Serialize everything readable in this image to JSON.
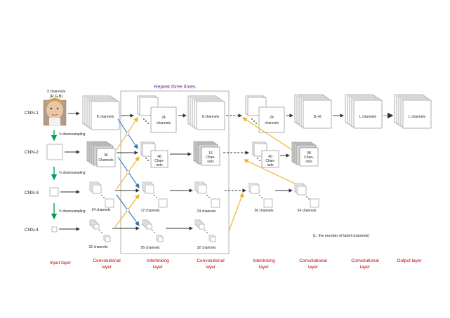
{
  "repeat_label": "Repeat three times",
  "input": {
    "channels_top": "3 channels",
    "channels_rgb": "(R,G,B)",
    "downsampling": "½ downsampling"
  },
  "rows": [
    "CNN-1",
    "CNN-2",
    "CNN-3",
    "CNN-4"
  ],
  "stack_labels": {
    "r1_conv": "8 channels",
    "r1_inter": "24 channels",
    "r1_conv2": "8 channels",
    "r1_inter2": "24 channels",
    "r1_conv3": "2L+8",
    "r1_out1": "L channels",
    "r1_out2": "L channels",
    "r2_conv": "36 Channels",
    "r2_inter": "48 Chan-nels",
    "r2_conv2": "16 Chan-nels",
    "r2_inter2": "40 Chan-nels",
    "r2_conv3": "38 Chan-nels",
    "r3_conv": "24 channels",
    "r3_inter": "72 channels",
    "r3_conv2": "24 channels",
    "r3_inter2": "56 channels",
    "r3_conv3": "24 channels",
    "r4_conv": "32 channels",
    "r4_inter": "56 channels",
    "r4_conv2": "32 channels"
  },
  "note": "(L: the number of label channels)",
  "layers": [
    "Input layer",
    "Convolutional layer",
    "Interlinking layer",
    "Convolutional layer",
    "Interlinking layer",
    "Convolutional layer",
    "Convolutional layer",
    "Output layer"
  ],
  "colors": {
    "blue_arrow": "#2e75b6",
    "gold_arrow": "#f0b020",
    "green_arrow": "#00a050",
    "layer_label": "#c00000",
    "repeat": "#7030a0"
  }
}
